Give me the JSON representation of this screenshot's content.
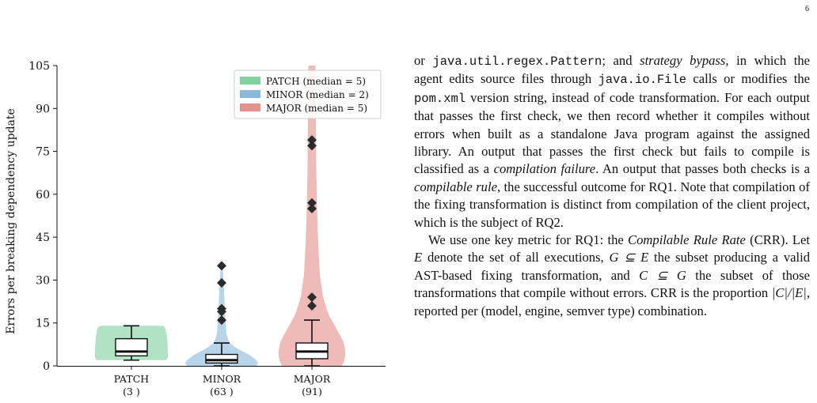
{
  "page_number": "6",
  "figure": {
    "ylabel": "Errors per breaking dependency update",
    "legend": [
      "PATCH (median = 5)",
      "MINOR (median = 2)",
      "MAJOR (median = 5)"
    ],
    "colors": [
      "#7fd2a0",
      "#8ab9dc",
      "#e4928e"
    ]
  },
  "chart_data": {
    "type": "violin",
    "ylabel": "Errors per breaking dependency update",
    "ylim": [
      0,
      105
    ],
    "yticks": [
      0,
      15,
      30,
      45,
      60,
      75,
      90,
      105
    ],
    "categories": [
      "PATCH",
      "MINOR",
      "MAJOR"
    ],
    "counts": [
      "(3 )",
      "(63 )",
      "(91)"
    ],
    "legend_position": "top-right",
    "series": [
      {
        "name": "PATCH (median = 5)",
        "color": "#7fd2a0",
        "median": 5,
        "q1": 3.5,
        "q3": 9.5,
        "whisker_low": 2,
        "whisker_high": 14,
        "outliers": [],
        "violin_range": [
          2,
          14
        ]
      },
      {
        "name": "MINOR (median = 2)",
        "color": "#8ab9dc",
        "median": 2,
        "q1": 1,
        "q3": 4,
        "whisker_low": 0,
        "whisker_high": 8,
        "outliers": [
          35,
          29,
          20,
          19,
          16
        ],
        "violin_range": [
          0,
          35
        ]
      },
      {
        "name": "MAJOR (median = 5)",
        "color": "#e4928e",
        "median": 5,
        "q1": 2.5,
        "q3": 8,
        "whisker_low": 0,
        "whisker_high": 16,
        "outliers": [
          79,
          77,
          57,
          55,
          24,
          21
        ],
        "violin_range": [
          0,
          105
        ]
      }
    ]
  },
  "text": {
    "p1": [
      {
        "t": "or "
      },
      {
        "t": "java.util.regex.Pattern",
        "s": "mono"
      },
      {
        "t": "; and "
      },
      {
        "t": "strategy bypass",
        "s": "it"
      },
      {
        "t": ", in which the agent edits source files through "
      },
      {
        "t": "java.io.File",
        "s": "mono"
      },
      {
        "t": " calls or modifies the "
      },
      {
        "t": "pom.xml",
        "s": "mono"
      },
      {
        "t": " version string, instead of code transformation. For each output that passes the first check, we then record whether it compiles without errors when built as a standalone Java program against the assigned library. An output that passes the first check but fails to compile is classified as a "
      },
      {
        "t": "compilation failure",
        "s": "it"
      },
      {
        "t": ". An output that passes both checks is a "
      },
      {
        "t": "compilable rule",
        "s": "it"
      },
      {
        "t": ", the successful outcome for RQ1. Note that compilation of the fixing transformation is distinct from compilation of the client project, which is the subject of RQ2."
      }
    ],
    "p2": [
      {
        "t": "We use one key metric for RQ1: the "
      },
      {
        "t": "Compilable Rule Rate",
        "s": "it"
      },
      {
        "t": " (CRR). Let "
      },
      {
        "t": "E",
        "s": "math"
      },
      {
        "t": " denote the set of all executions, "
      },
      {
        "t": "G ⊆ E",
        "s": "math"
      },
      {
        "t": " the subset producing a valid AST-based fixing transformation, and "
      },
      {
        "t": "C ⊆ G",
        "s": "math"
      },
      {
        "t": " the subset of those transformations that compile without errors. CRR is the proportion "
      },
      {
        "t": "|C|/|E|",
        "s": "math"
      },
      {
        "t": ", reported per (model, engine, semver type) combination."
      }
    ]
  }
}
